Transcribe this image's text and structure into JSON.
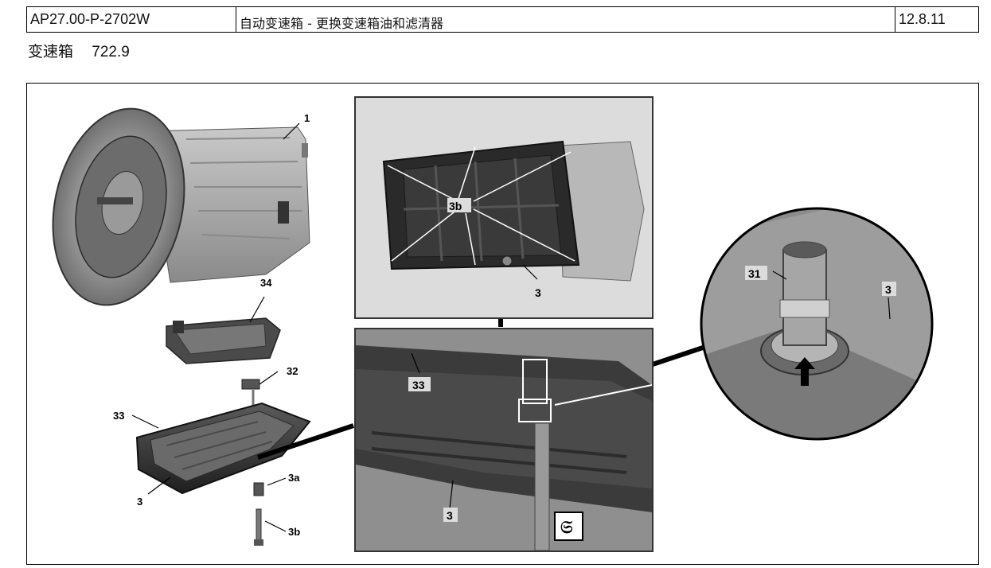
{
  "header": {
    "doc_id": "AP27.00-P-2702W",
    "title": "自动变速箱 - 更换变速箱油和滤清器",
    "date": "12.8.11"
  },
  "subheader": {
    "label": "变速箱",
    "model": "722.9"
  },
  "callouts": {
    "transmission": "1",
    "filter": "34",
    "seal": "32",
    "pan_edge": "33",
    "pan": "3",
    "screw_a": "3a",
    "screw_b": "3b",
    "top_bolts": "3b",
    "top_pan": "3",
    "detail_pan_edge": "33",
    "detail_pan": "3",
    "overflow_pipe": "31",
    "round_pan": "3"
  },
  "icons": {
    "tool_symbol": "torque-tool-icon"
  }
}
